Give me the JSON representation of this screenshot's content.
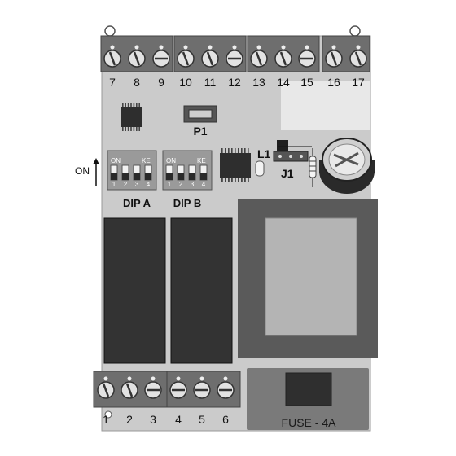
{
  "top_terminals": [
    "7",
    "8",
    "9",
    "10",
    "11",
    "12",
    "13",
    "14",
    "15",
    "16",
    "17"
  ],
  "bottom_terminals": [
    "1",
    "2",
    "3",
    "4",
    "5",
    "6"
  ],
  "labels": {
    "p1": "P1",
    "l1": "L1",
    "j1": "J1",
    "dip_a": "DIP A",
    "dip_b": "DIP B",
    "on_arrow": "ON",
    "fuse": "FUSE - 4A"
  },
  "dip_a": {
    "on": "ON",
    "ke": "KE",
    "numbers": [
      "1",
      "2",
      "3",
      "4"
    ]
  },
  "dip_b": {
    "on": "ON",
    "ke": "KE",
    "numbers": [
      "1",
      "2",
      "3",
      "4"
    ]
  },
  "colors": {
    "board": "#c8c8c8",
    "terminal_block": "#6e6e6e",
    "relay": "#333333",
    "transformer": "#5a5a5a",
    "transformer_core": "#b4b4b4",
    "fuse_holder": "#7a7a7a",
    "fuse": "#2f2f2f"
  }
}
